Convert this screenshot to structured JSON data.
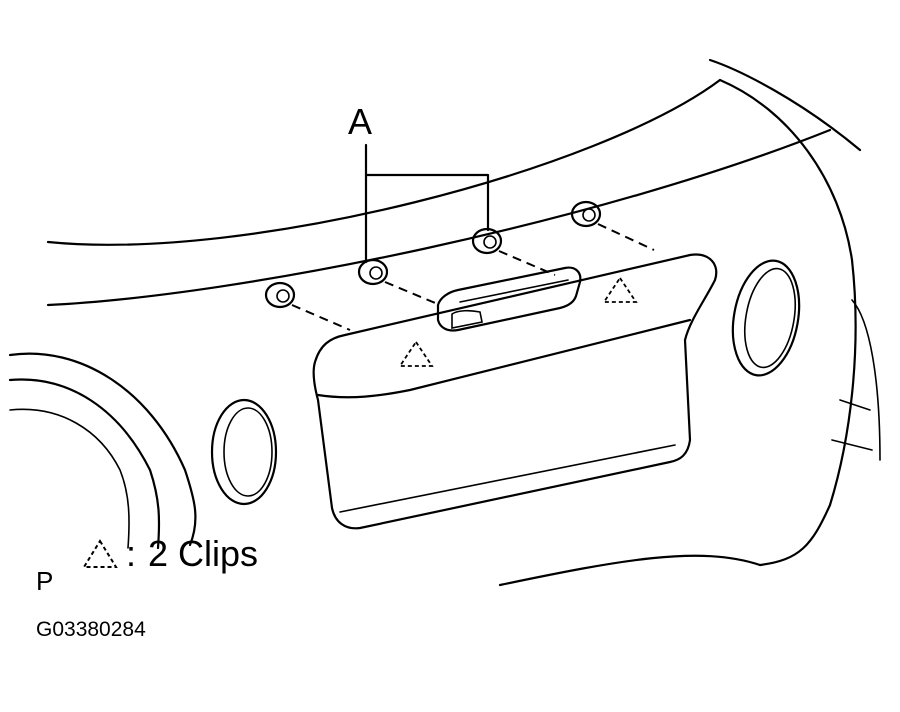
{
  "diagram": {
    "callout_letter": "A",
    "legend": {
      "symbol": "dashed-triangle-icon",
      "separator": ":",
      "text": "2 Clips"
    },
    "page_letter": "P",
    "figure_code": "G03380284"
  }
}
